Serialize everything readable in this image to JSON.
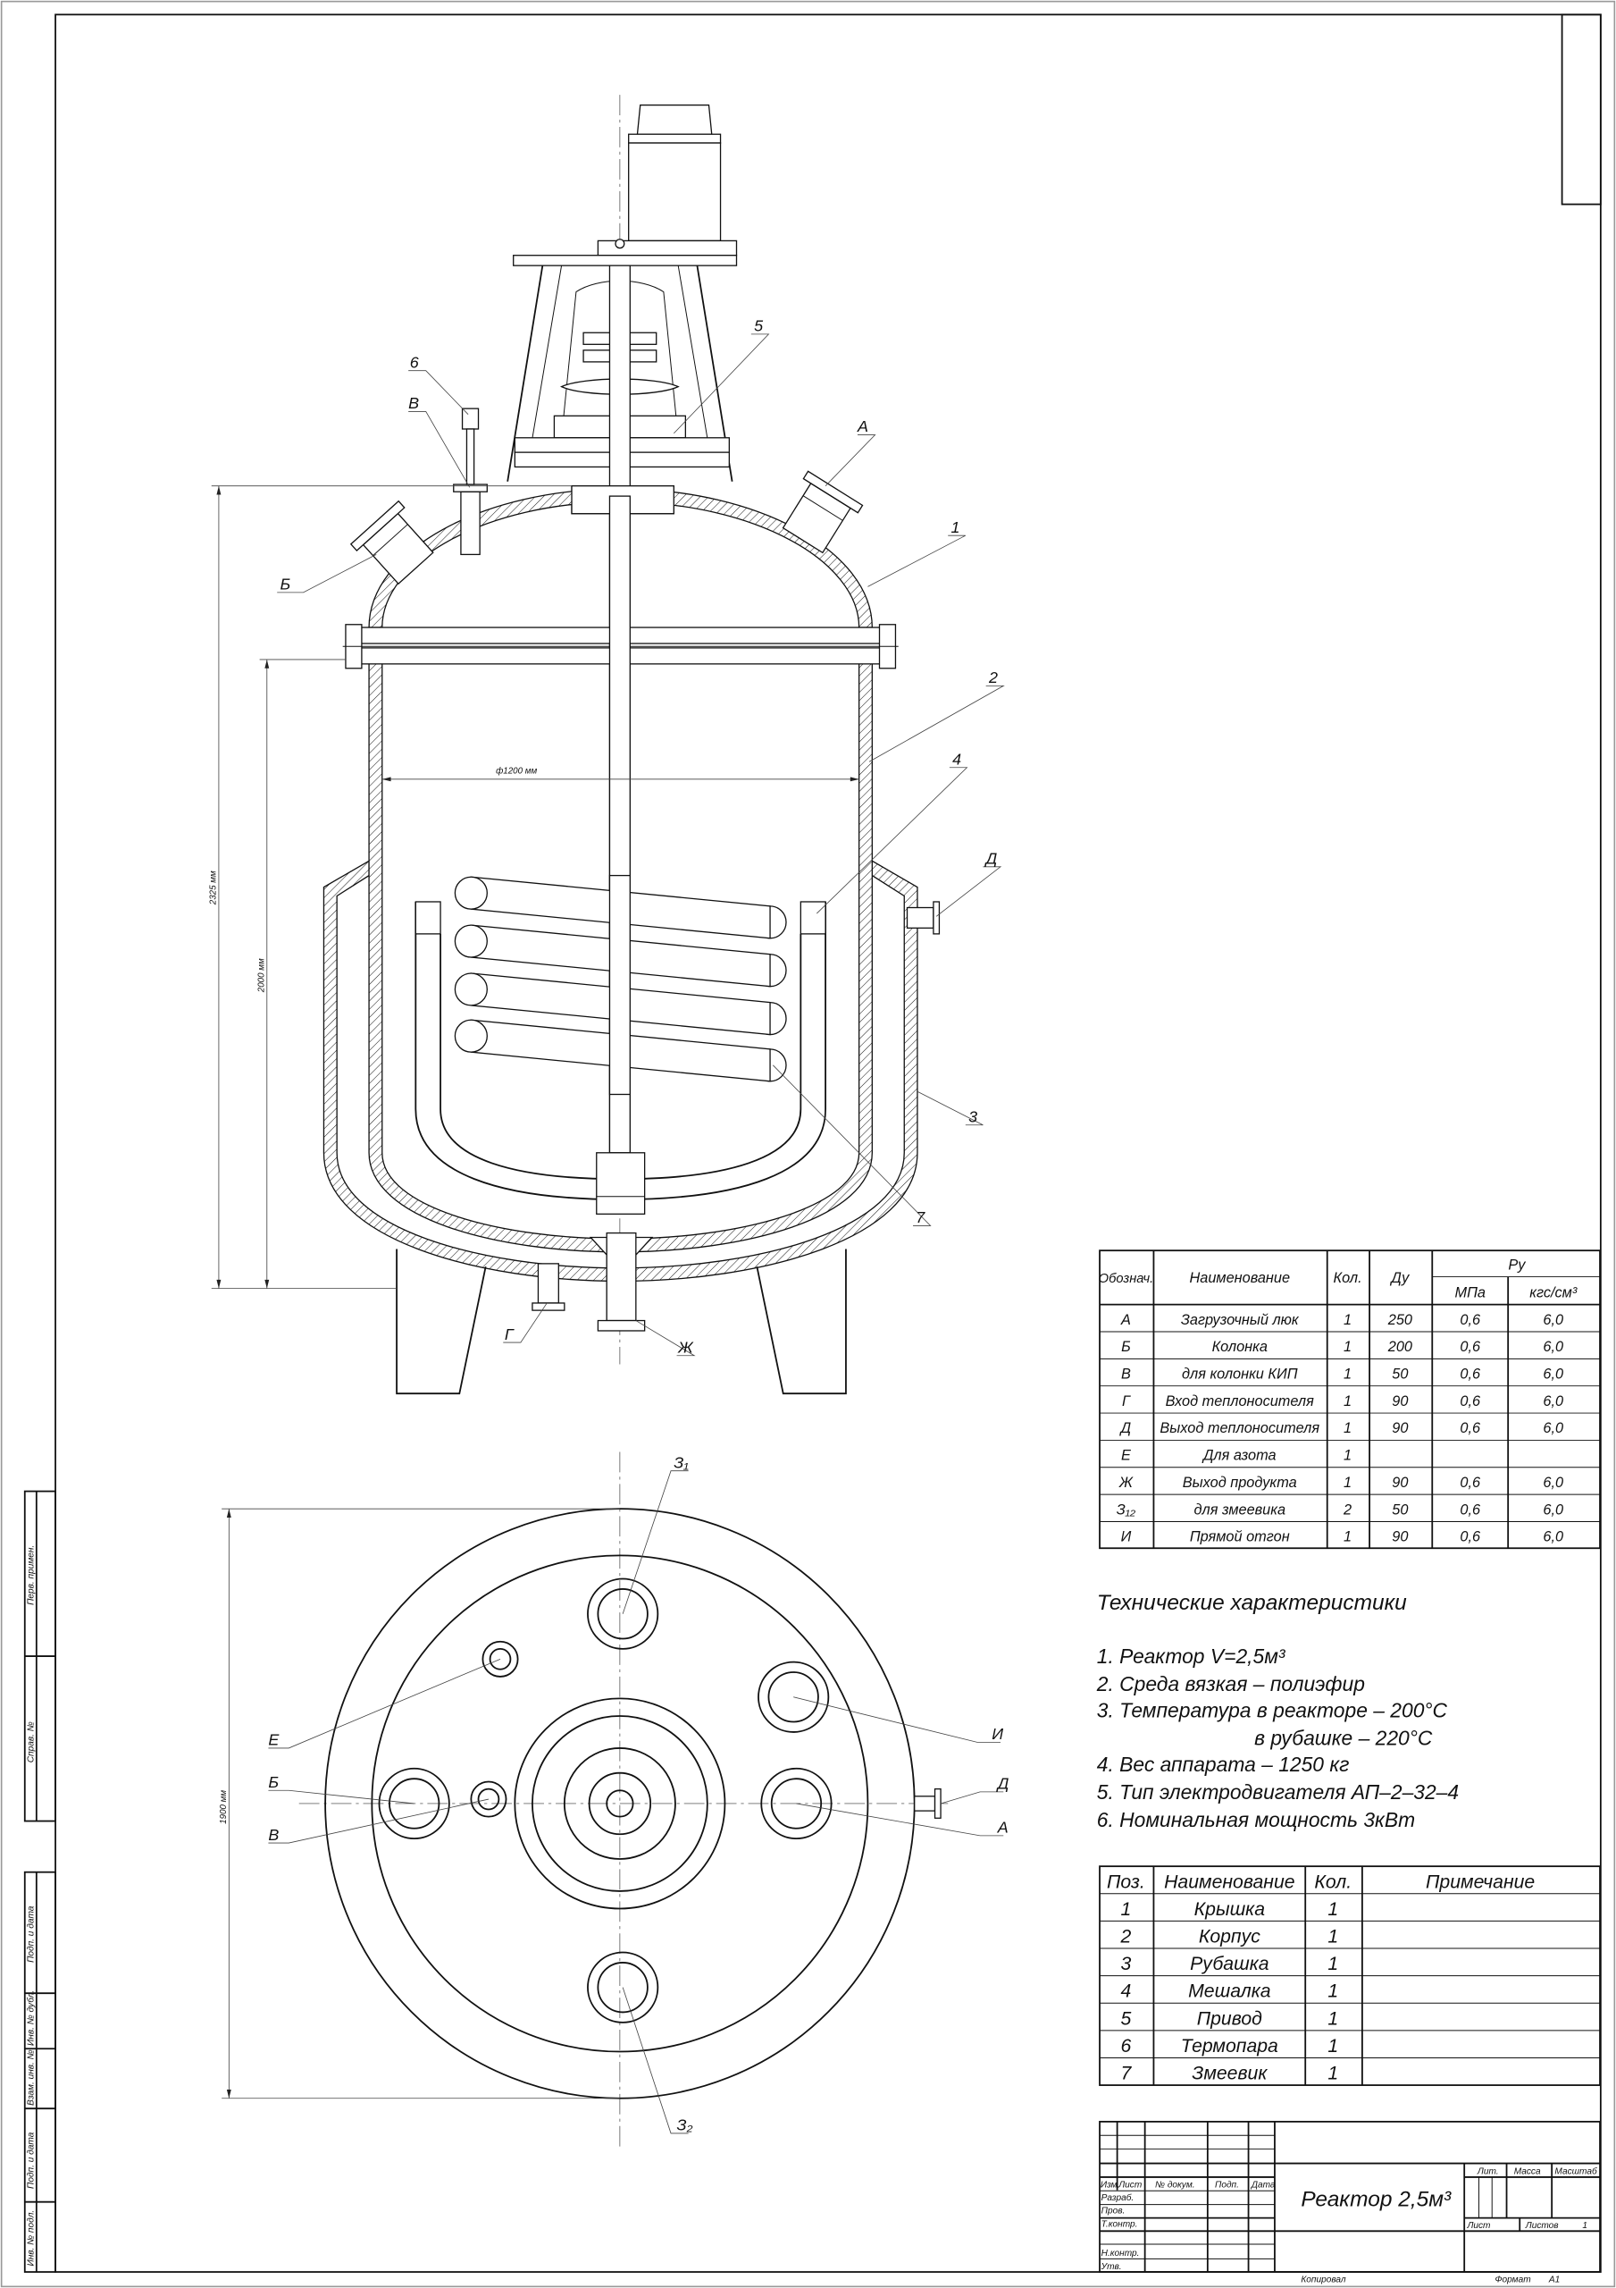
{
  "drawing": {
    "callouts": {
      "pos1": "1",
      "pos2": "2",
      "pos3": "3",
      "pos4": "4",
      "pos5": "5",
      "pos6": "6",
      "pos7": "7",
      "nozzle_A": "А",
      "nozzle_B": "Б",
      "nozzle_V": "В",
      "nozzle_G": "Г",
      "nozzle_D": "Д",
      "nozzle_Zh": "Ж"
    },
    "dimensions": {
      "diameter": "ф1200 мм",
      "total_height": "2325 мм",
      "body_height": "2000 мм",
      "plan_diameter": "1900 мм"
    },
    "plan_callouts": {
      "Z1": "З₁",
      "Z2": "З₂",
      "E": "Е",
      "B": "Б",
      "V": "В",
      "I": "И",
      "D": "Д",
      "A": "А"
    }
  },
  "nozzle_table": {
    "headers": {
      "code": "Обознач.",
      "name": "Наименование",
      "qty": "Кол.",
      "dn": "Ду",
      "pn": "Ру",
      "mpa": "МПа",
      "kgs": "кгс/см³"
    },
    "rows": [
      {
        "code": "А",
        "name": "Загрузочный люк",
        "qty": "1",
        "dn": "250",
        "mpa": "0,6",
        "kgs": "6,0"
      },
      {
        "code": "Б",
        "name": "Колонка",
        "qty": "1",
        "dn": "200",
        "mpa": "0,6",
        "kgs": "6,0"
      },
      {
        "code": "В",
        "name": "для колонки КИП",
        "qty": "1",
        "dn": "50",
        "mpa": "0,6",
        "kgs": "6,0"
      },
      {
        "code": "Г",
        "name": "Вход теплоносителя",
        "qty": "1",
        "dn": "90",
        "mpa": "0,6",
        "kgs": "6,0"
      },
      {
        "code": "Д",
        "name": "Выход теплоносителя",
        "qty": "1",
        "dn": "90",
        "mpa": "0,6",
        "kgs": "6,0"
      },
      {
        "code": "Е",
        "name": "Для азота",
        "qty": "1",
        "dn": "",
        "mpa": "",
        "kgs": ""
      },
      {
        "code": "Ж",
        "name": "Выход продукта",
        "qty": "1",
        "dn": "90",
        "mpa": "0,6",
        "kgs": "6,0"
      },
      {
        "code": "З₁₂",
        "name": "для змеевика",
        "qty": "2",
        "dn": "50",
        "mpa": "0,6",
        "kgs": "6,0"
      },
      {
        "code": "И",
        "name": "Прямой отгон",
        "qty": "1",
        "dn": "90",
        "mpa": "0,6",
        "kgs": "6,0"
      }
    ]
  },
  "tech_specs": {
    "title": "Технические характеристики",
    "lines": [
      "1. Реактор V=2,5м³",
      "2. Среда вязкая – полиэфир",
      "3. Температура в реакторе – 200°С",
      "в рубашке – 220°С",
      "4. Вес аппарата – 1250 кг",
      "5. Тип электродвигателя АП–2–32–4",
      "6. Номинальная мощность 3кВт"
    ]
  },
  "parts_table": {
    "headers": {
      "pos": "Поз.",
      "name": "Наименование",
      "qty": "Кол.",
      "note": "Примечание"
    },
    "rows": [
      {
        "pos": "1",
        "name": "Крышка",
        "qty": "1"
      },
      {
        "pos": "2",
        "name": "Корпус",
        "qty": "1"
      },
      {
        "pos": "3",
        "name": "Рубашка",
        "qty": "1"
      },
      {
        "pos": "4",
        "name": "Мешалка",
        "qty": "1"
      },
      {
        "pos": "5",
        "name": "Привод",
        "qty": "1"
      },
      {
        "pos": "6",
        "name": "Термопара",
        "qty": "1"
      },
      {
        "pos": "7",
        "name": "Змеевик",
        "qty": "1"
      }
    ]
  },
  "title_block": {
    "title": "Реактор 2,5м³",
    "izm": "Изм.",
    "list": "Лист",
    "doc_no": "№ докум.",
    "sign": "Подп.",
    "date": "Дата",
    "roles": [
      "Разраб.",
      "Пров.",
      "Т.контр.",
      "",
      "Н.контр.",
      "Утв."
    ],
    "lit": "Лит.",
    "mass": "Масса",
    "scale": "Масштаб",
    "sheet": "Лист",
    "sheets": "Листов",
    "sheets_count": "1",
    "copied": "Копировал",
    "format_label": "Формат",
    "format": "А1"
  },
  "side_stamp": {
    "perv_primen": "Перв. примен.",
    "sprav_no": "Справ. №",
    "podp_data_1": "Подп. и дата",
    "inv_dubl": "Инв. № дубл.",
    "vzam_inv": "Взам. инв. №",
    "podp_data_2": "Подп. и дата",
    "inv_podl": "Инв. № подл."
  }
}
